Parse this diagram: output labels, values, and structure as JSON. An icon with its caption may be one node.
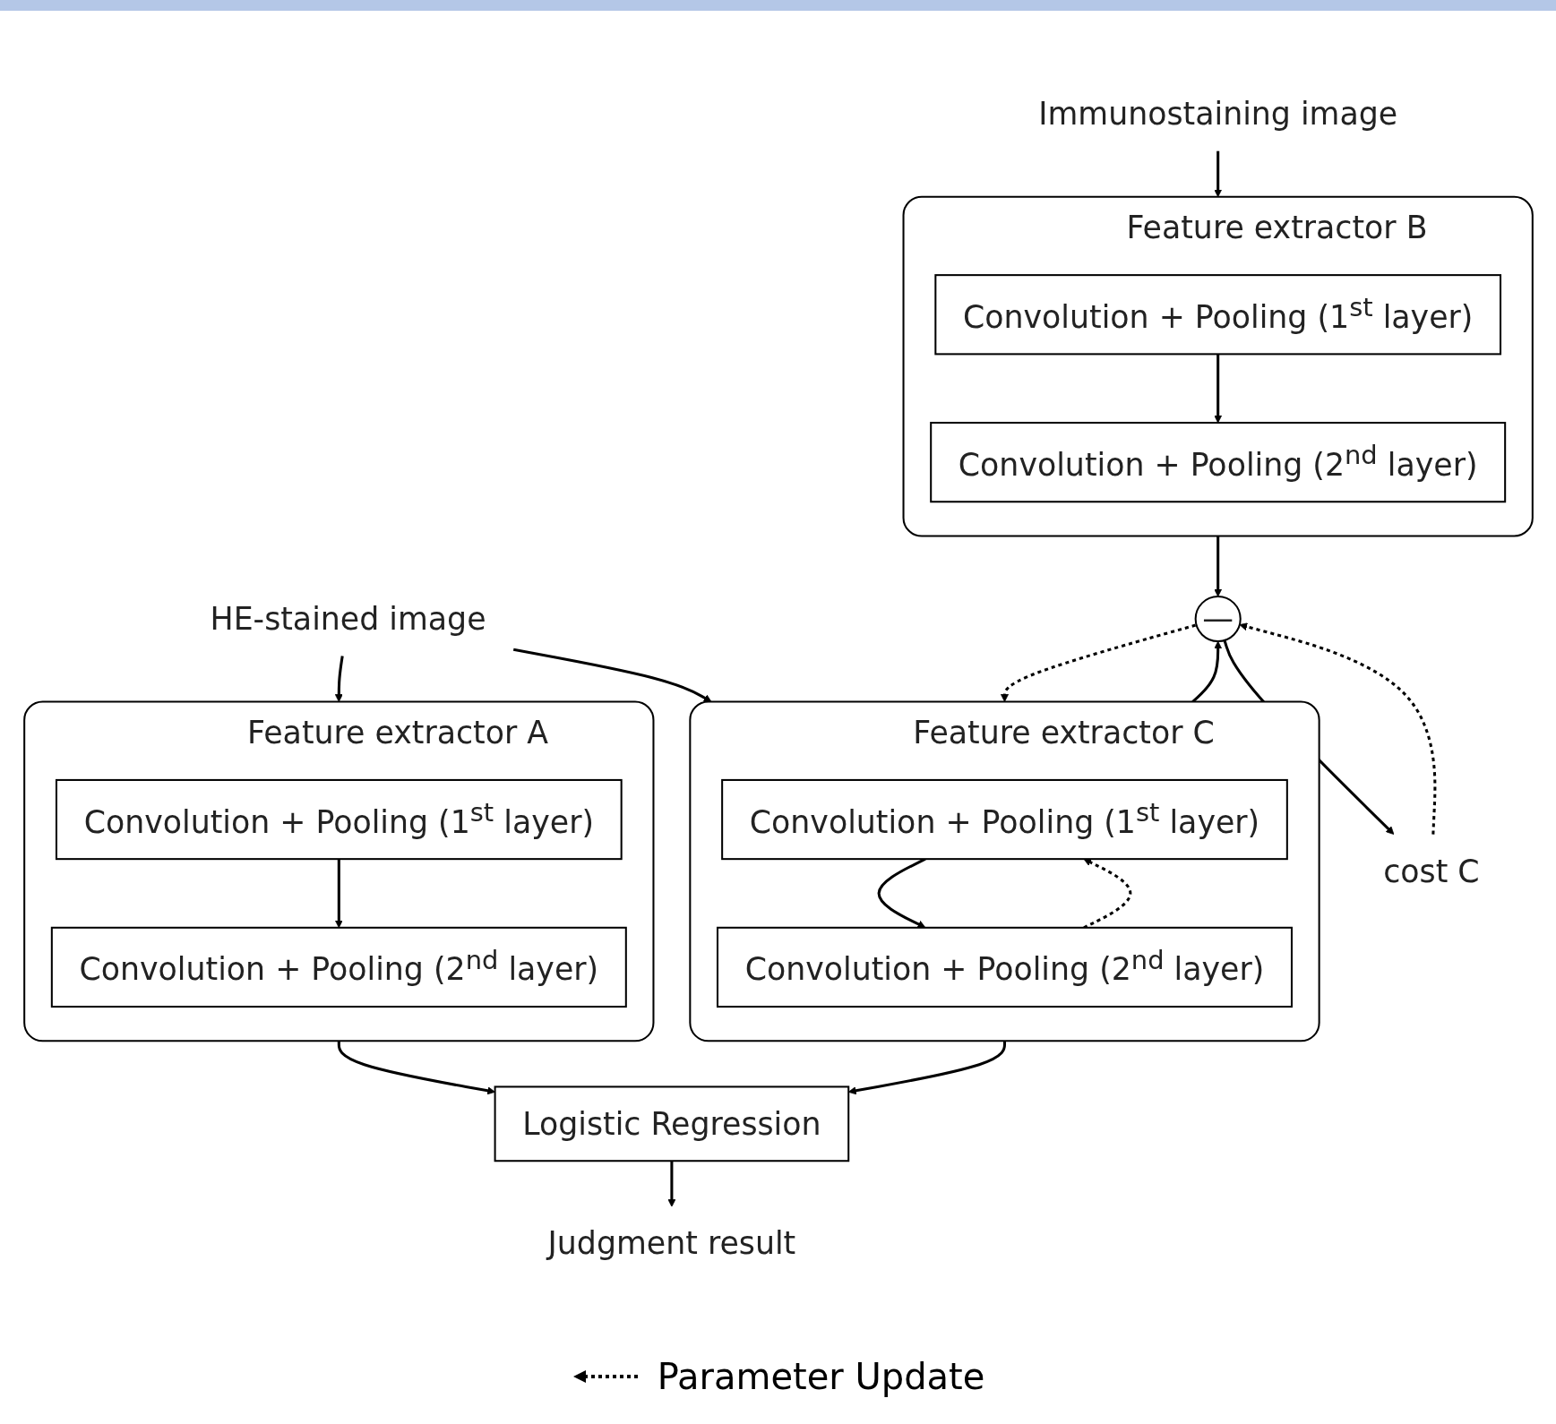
{
  "diagram": {
    "nodes": [
      {
        "text": [
          "HE-stained image"
        ]
      },
      {
        "text": [
          "Immunostaining image"
        ]
      },
      {
        "text": [
          "Feature extractor A"
        ]
      },
      {
        "text": [
          "Convolution + Pooling (1$^{st}$ layer)"
        ],
        "in": 2
      },
      {
        "text": [
          "Convolution + Pooling (2$^{nd}$ layer)"
        ],
        "in": 2
      },
      {
        "text": [
          "Feature extractor C"
        ]
      },
      {
        "text": [
          "Convolution + Pooling (1$^{st}$ layer)"
        ],
        "in": 5
      },
      {
        "text": [
          "Convolution + Pooling (2$^{nd}$ layer)"
        ],
        "in": 5
      },
      {
        "text": [
          "Feature extractor B"
        ]
      },
      {
        "text": [
          "Convolution + Pooling (1$^{st}$ layer)"
        ],
        "in": 8
      },
      {
        "text": [
          "Convolution + Pooling (2$^{nd}$ layer)"
        ],
        "in": 8
      },
      {
        "text": [
          "Logistic Regression"
        ]
      },
      {
        "text": [
          "—"
        ]
      },
      {
        "text": [
          "Judgment result"
        ]
      },
      {
        "text": [
          "cost C"
        ]
      }
    ],
    "edges": [
      {
        "from": 0,
        "to": 2,
        "arrow": "to"
      },
      {
        "from": 0,
        "to": 5,
        "arrow": "to"
      },
      {
        "from": 1,
        "to": 8,
        "arrow": "to"
      },
      {
        "from": 3,
        "to": 4,
        "arrow": "to"
      },
      {
        "from": 6,
        "to": 7,
        "arrow": "to"
      },
      {
        "from": 7,
        "to": 6,
        "arrow": "to",
        "style": "dashed"
      },
      {
        "from": 9,
        "to": 10,
        "arrow": "to"
      },
      {
        "from": 2,
        "to": 11,
        "arrow": "to"
      },
      {
        "from": 5,
        "to": 11,
        "arrow": "to"
      },
      {
        "from": 5,
        "to": 12,
        "arrow": "to"
      },
      {
        "from": 12,
        "to": 5,
        "arrow": "to",
        "style": "dashed"
      },
      {
        "from": 8,
        "to": 12,
        "arrow": "to"
      },
      {
        "from": 11,
        "to": 13,
        "arrow": "to"
      },
      {
        "from": 12,
        "to": 14,
        "arrow": "to"
      },
      {
        "from": 14,
        "to": 12,
        "arrow": "to",
        "style": "dashed"
      }
    ],
    "legend": [
      {
        "text": "Parameter Update"
      }
    ]
  }
}
